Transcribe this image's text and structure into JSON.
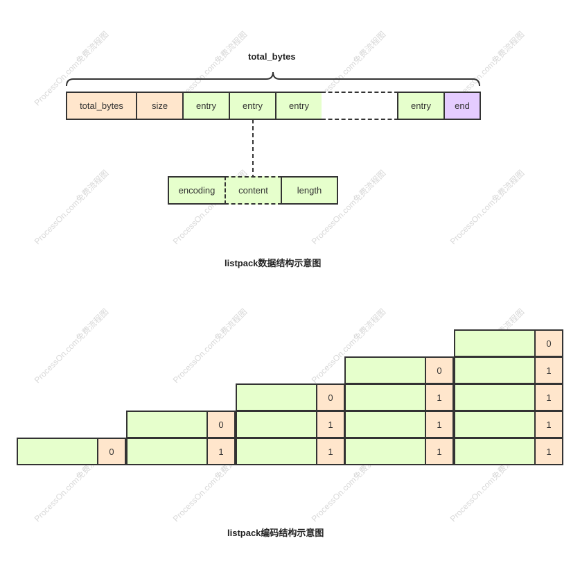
{
  "top_diagram": {
    "brace_label": "total_bytes",
    "cells": [
      {
        "label": "total_bytes",
        "style": "peach"
      },
      {
        "label": "size",
        "style": "peach"
      },
      {
        "label": "entry",
        "style": "green"
      },
      {
        "label": "entry",
        "style": "green"
      },
      {
        "label": "entry",
        "style": "green"
      },
      {
        "label": "",
        "style": "dashed"
      },
      {
        "label": "entry",
        "style": "green"
      },
      {
        "label": "end",
        "style": "purple"
      }
    ],
    "entry_parts": [
      "encoding",
      "content",
      "length"
    ],
    "caption": "listpack数据结构示意图"
  },
  "bottom_diagram": {
    "rows": [
      {
        "bits": [
          "0"
        ]
      },
      {
        "bits": [
          "0",
          "1"
        ]
      },
      {
        "bits": [
          "0",
          "1",
          "1"
        ]
      },
      {
        "bits": [
          "0",
          "1",
          "1",
          "1"
        ]
      },
      {
        "bits": [
          "0",
          "1",
          "1",
          "1",
          "1"
        ]
      }
    ],
    "caption": "listpack编码结构示意图"
  },
  "watermark": "ProcessOn.com免费流程图",
  "colors": {
    "peach": "#ffe6cc",
    "green": "#e6ffcc",
    "purple": "#e5ccff",
    "stroke": "#333333"
  }
}
